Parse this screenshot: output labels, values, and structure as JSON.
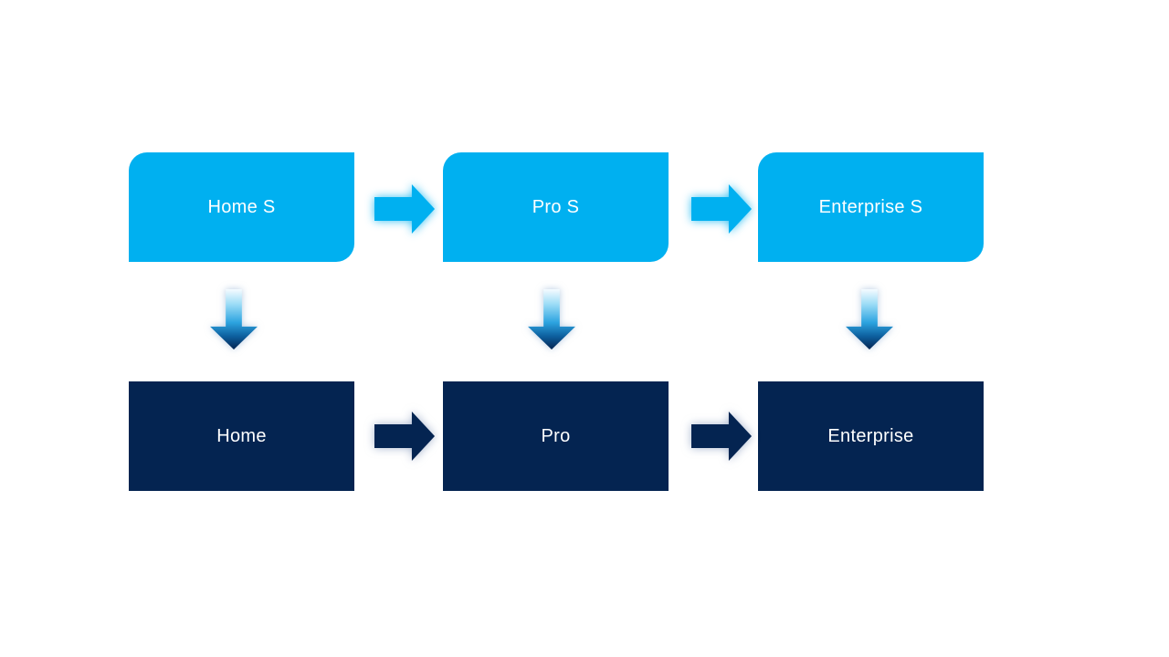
{
  "colors": {
    "light_blue": "#00B0F0",
    "dark_navy": "#042451",
    "text_white": "#ffffff",
    "background": "#ffffff"
  },
  "diagram": {
    "description": "Two-row edition flow diagram: S-mode editions on top mapping down to standard editions",
    "columns": [
      {
        "top_label": "Home S",
        "bottom_label": "Home"
      },
      {
        "top_label": "Pro S",
        "bottom_label": "Pro"
      },
      {
        "top_label": "Enterprise S",
        "bottom_label": "Enterprise"
      }
    ],
    "horizontal_flows_top": [
      {
        "from": "Home S",
        "to": "Pro S"
      },
      {
        "from": "Pro S",
        "to": "Enterprise S"
      }
    ],
    "horizontal_flows_bottom": [
      {
        "from": "Home",
        "to": "Pro"
      },
      {
        "from": "Pro",
        "to": "Enterprise"
      }
    ],
    "vertical_flows": [
      {
        "from": "Home S",
        "to": "Home"
      },
      {
        "from": "Pro S",
        "to": "Pro"
      },
      {
        "from": "Enterprise S",
        "to": "Enterprise"
      }
    ]
  }
}
